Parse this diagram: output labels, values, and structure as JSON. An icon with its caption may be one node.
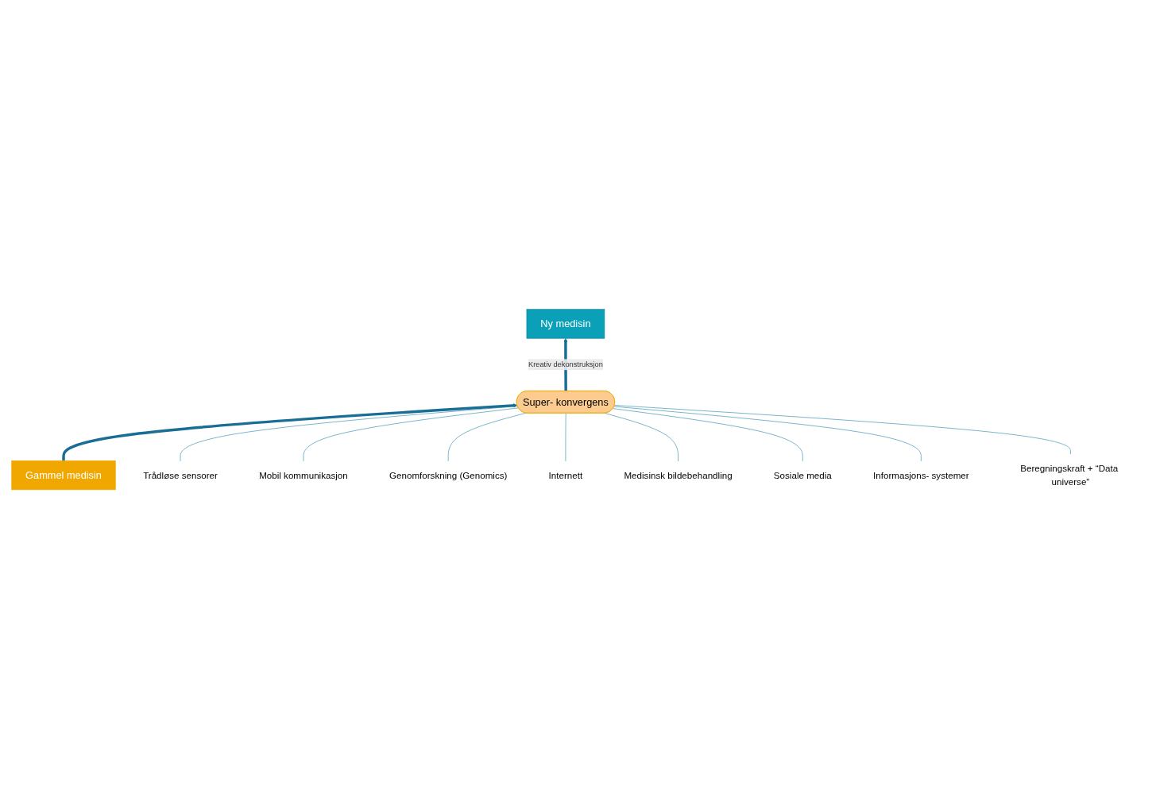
{
  "diagram": {
    "nodes": [
      {
        "text": [
          "Ny medisin"
        ]
      },
      {
        "text": [
          "Trådløse sensorer"
        ]
      },
      {
        "text": [
          "Mobil kommunikasjon"
        ]
      },
      {
        "text": [
          "Genomforskning (Genomics)"
        ]
      },
      {
        "text": [
          "Internett"
        ]
      },
      {
        "text": [
          "Super- konvergens"
        ]
      },
      {
        "text": [
          "Medisinsk bildebehandling"
        ]
      },
      {
        "text": [
          "Sosiale media"
        ]
      },
      {
        "text": [
          "Informasjons- systemer"
        ]
      },
      {
        "text": [
          "Beregningskraft + “Data universe”"
        ]
      },
      {
        "text": [
          "Gammel medisin"
        ]
      }
    ],
    "edges": [
      {
        "from": 5,
        "to": 0,
        "arrow": "to",
        "label": "Kreativ dekonstruksjon",
        "style": "thick"
      },
      {
        "from": 10,
        "to": 5,
        "arrow": "to",
        "style": "thick"
      },
      {
        "from": 1,
        "to": 5,
        "arrow": "none"
      },
      {
        "from": 2,
        "to": 5,
        "arrow": "none"
      },
      {
        "from": 3,
        "to": 5,
        "arrow": "none"
      },
      {
        "from": 4,
        "to": 5,
        "arrow": "none"
      },
      {
        "from": 6,
        "to": 5,
        "arrow": "none"
      },
      {
        "from": 7,
        "to": 5,
        "arrow": "none"
      },
      {
        "from": 8,
        "to": 5,
        "arrow": "none"
      },
      {
        "from": 9,
        "to": 5,
        "arrow": "none"
      }
    ]
  }
}
